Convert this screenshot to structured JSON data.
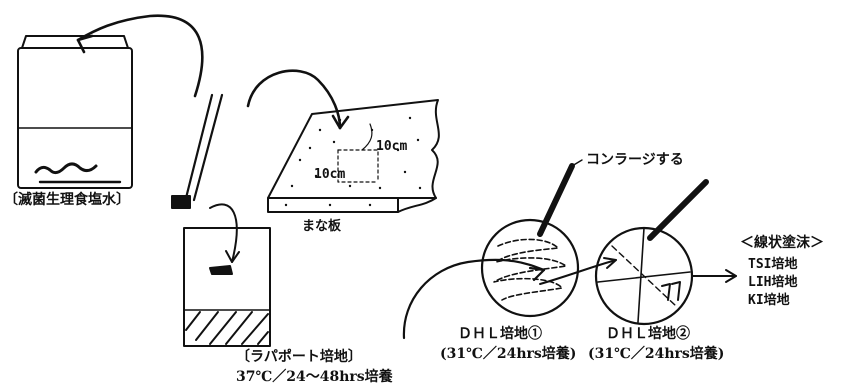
{
  "labels": {
    "saline": "〔滅菌生理食塩水〕",
    "board": "まな板",
    "board_dim_right": "10cm",
    "board_dim_bottom": "10cm",
    "conrage": "コンラージする",
    "streak": "＜線状塗沫＞",
    "media": [
      "TSI培地",
      "LIH培地",
      "KI培地"
    ],
    "dhl1_name": "ＤＨＬ培地①",
    "dhl1_cond": "(31℃／24hrs培養)",
    "dhl2_name": "ＤＨＬ培地②",
    "dhl2_cond": "(31℃／24hrs培養)",
    "rappaport_name": "〔ラパポート培地〕",
    "rappaport_cond": "37℃／24〜48hrs培養"
  }
}
